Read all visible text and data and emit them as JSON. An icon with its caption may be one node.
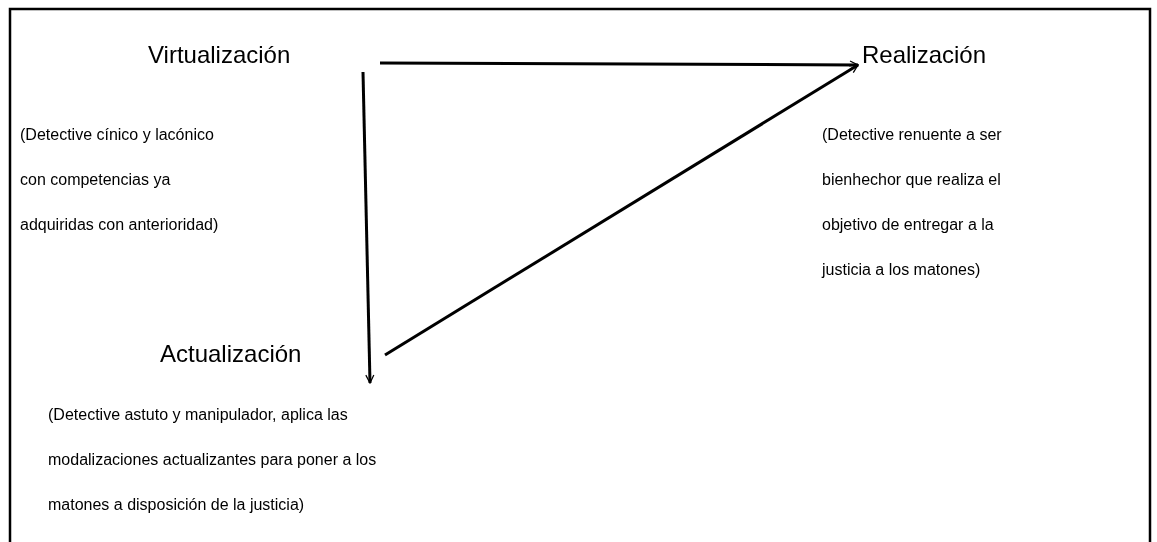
{
  "diagram": {
    "nodes": [
      {
        "text": [
          "Virtualización"
        ]
      },
      {
        "text": [
          "Realización"
        ]
      },
      {
        "text": [
          "Actualización"
        ]
      }
    ],
    "edges": [
      {
        "from": 0,
        "to": 1,
        "arrow": "to"
      },
      {
        "from": 0,
        "to": 2,
        "arrow": "to"
      },
      {
        "from": 2,
        "to": 1,
        "arrow": "to"
      }
    ],
    "labels": [
      "(Detective cínico y lacónico con competencias ya adquiridas con anterioridad)",
      "(Detective renuente a ser bienhechor que realiza el objetivo de entregar a la justicia a los matones)",
      "(Detective astuto y manipulador, aplica las modalizaciones actualizantes para poner a los matones a disposición de la justicia)"
    ]
  }
}
